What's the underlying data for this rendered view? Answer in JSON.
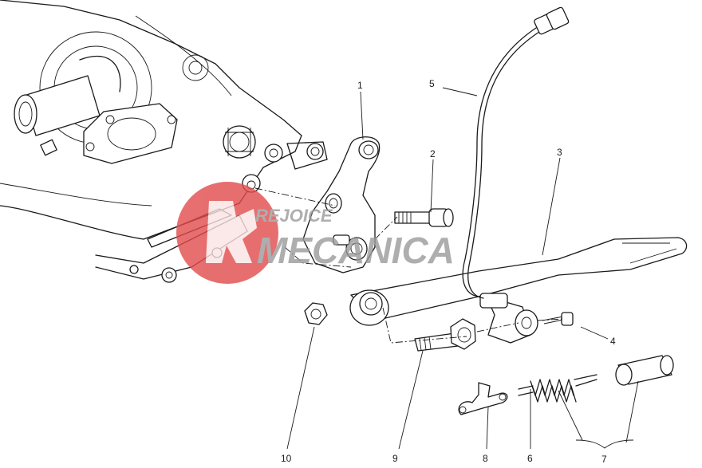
{
  "callouts": [
    {
      "id": "1",
      "label": "1"
    },
    {
      "id": "2",
      "label": "2"
    },
    {
      "id": "3",
      "label": "3"
    },
    {
      "id": "4",
      "label": "4"
    },
    {
      "id": "5",
      "label": "5"
    },
    {
      "id": "6",
      "label": "6"
    },
    {
      "id": "7",
      "label": "7"
    },
    {
      "id": "8",
      "label": "8"
    },
    {
      "id": "9",
      "label": "9"
    },
    {
      "id": "10",
      "label": "10"
    }
  ],
  "watermark": {
    "line1": "REJOICE",
    "line2": "MECANICA",
    "colors": {
      "circle": "#e24b4b",
      "text": "#9a9a9a"
    }
  },
  "colors": {
    "line": "#1a1a1a",
    "background": "#ffffff"
  }
}
